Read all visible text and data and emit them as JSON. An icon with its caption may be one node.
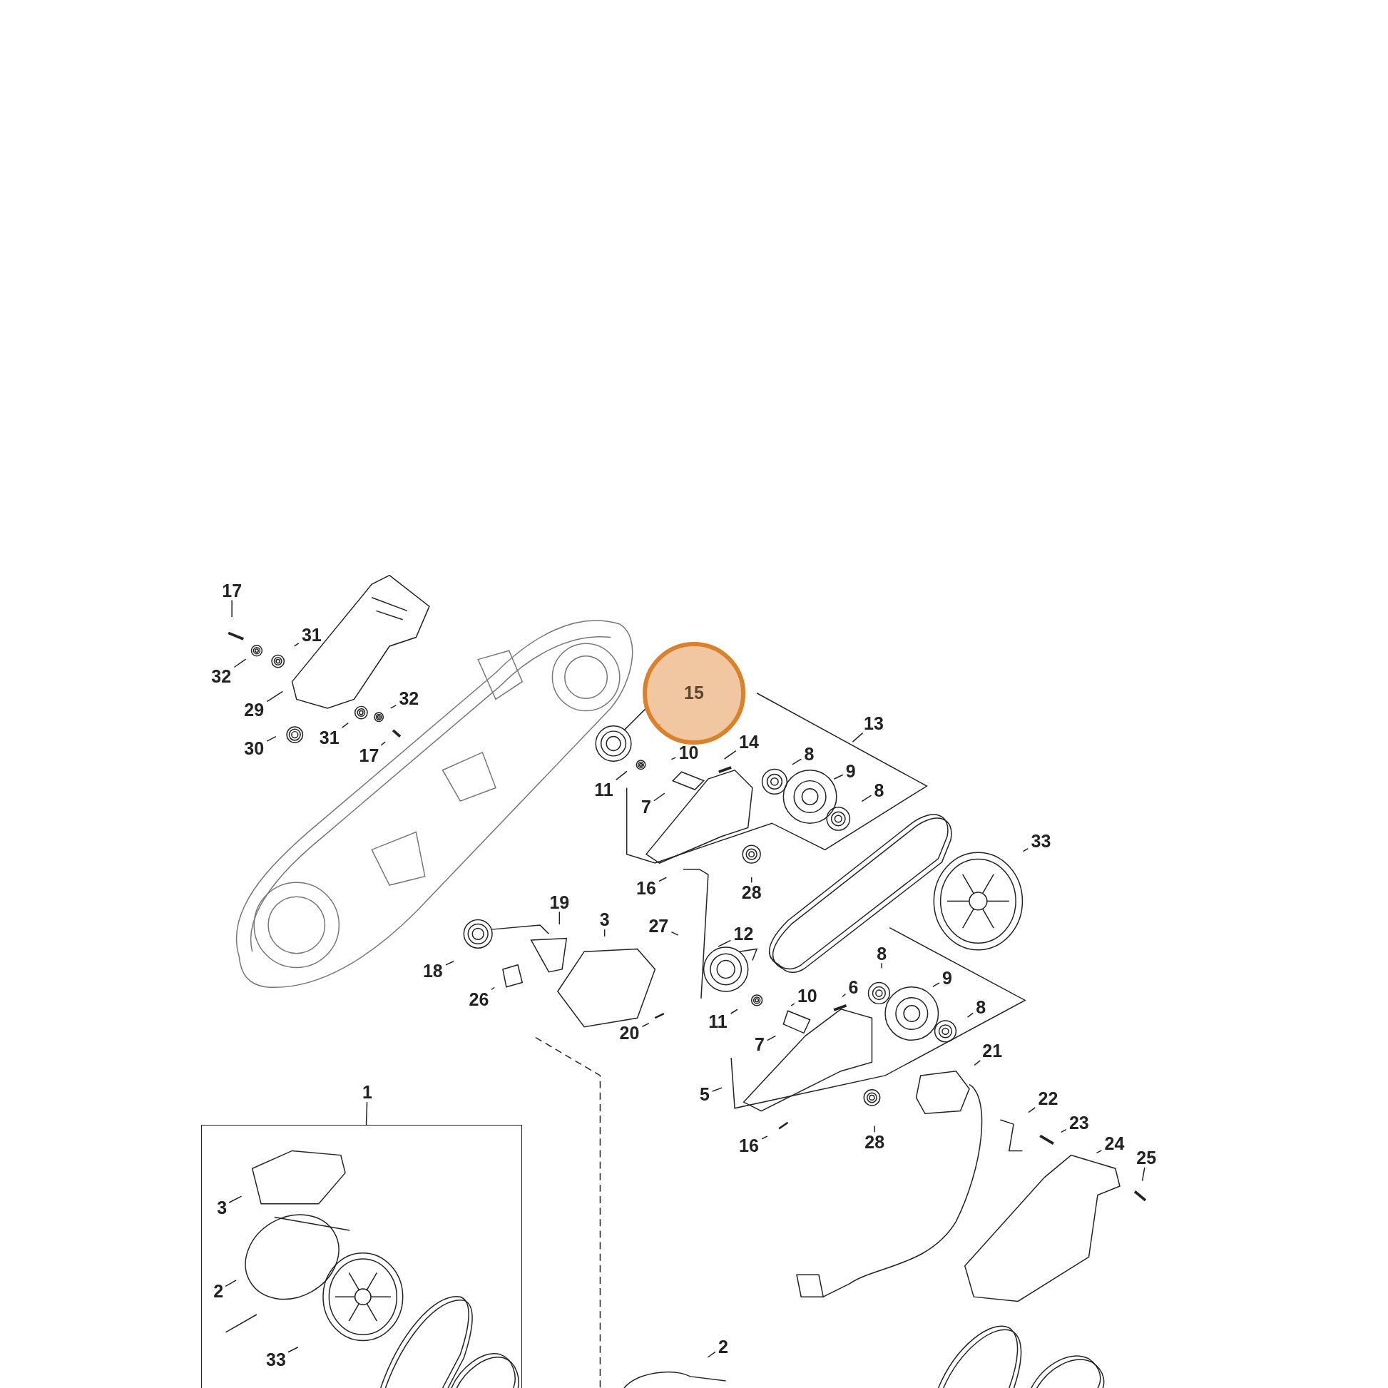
{
  "diagram": {
    "nodes": [
      {
        "text": [
          "17"
        ]
      },
      {
        "text": [
          "31"
        ]
      },
      {
        "text": [
          "32"
        ]
      },
      {
        "text": [
          "29"
        ]
      },
      {
        "text": [
          "32"
        ]
      },
      {
        "text": [
          "30"
        ]
      },
      {
        "text": [
          "31"
        ]
      },
      {
        "text": [
          "17"
        ]
      },
      {
        "text": [
          "15"
        ]
      },
      {
        "text": [
          "13"
        ]
      },
      {
        "text": [
          "14"
        ]
      },
      {
        "text": [
          "10"
        ]
      },
      {
        "text": [
          "8"
        ]
      },
      {
        "text": [
          "11"
        ]
      },
      {
        "text": [
          "9"
        ]
      },
      {
        "text": [
          "8"
        ]
      },
      {
        "text": [
          "7"
        ]
      },
      {
        "text": [
          "33"
        ]
      },
      {
        "text": [
          "16"
        ]
      },
      {
        "text": [
          "28"
        ]
      },
      {
        "text": [
          "19"
        ]
      },
      {
        "text": [
          "3"
        ]
      },
      {
        "text": [
          "27"
        ]
      },
      {
        "text": [
          "12"
        ]
      },
      {
        "text": [
          "8"
        ]
      },
      {
        "text": [
          "9"
        ]
      },
      {
        "text": [
          "18"
        ]
      },
      {
        "text": [
          "6"
        ]
      },
      {
        "text": [
          "10"
        ]
      },
      {
        "text": [
          "26"
        ]
      },
      {
        "text": [
          "8"
        ]
      },
      {
        "text": [
          "11"
        ]
      },
      {
        "text": [
          "20"
        ]
      },
      {
        "text": [
          "7"
        ]
      },
      {
        "text": [
          "21"
        ]
      },
      {
        "text": [
          "5"
        ]
      },
      {
        "text": [
          "22"
        ]
      },
      {
        "text": [
          "1"
        ]
      },
      {
        "text": [
          "23"
        ]
      },
      {
        "text": [
          "28"
        ]
      },
      {
        "text": [
          "16"
        ]
      },
      {
        "text": [
          "24"
        ]
      },
      {
        "text": [
          "25"
        ]
      },
      {
        "text": [],
        "shape": "box"
      },
      {
        "text": [
          "3"
        ],
        "in": 43
      },
      {
        "text": [
          "2"
        ],
        "in": 43
      },
      {
        "text": [
          "33"
        ],
        "in": 43
      },
      {
        "text": [
          "2"
        ]
      }
    ],
    "edges": [
      {
        "from": 0,
        "to": null,
        "arrow": "none"
      },
      {
        "from": 1,
        "to": null,
        "arrow": "none"
      },
      {
        "from": 2,
        "to": null,
        "arrow": "none"
      },
      {
        "from": 3,
        "to": null,
        "arrow": "none"
      },
      {
        "from": 4,
        "to": null,
        "arrow": "none"
      },
      {
        "from": 5,
        "to": null,
        "arrow": "none"
      },
      {
        "from": 6,
        "to": null,
        "arrow": "none"
      },
      {
        "from": 7,
        "to": null,
        "arrow": "none"
      },
      {
        "from": 8,
        "to": null,
        "arrow": "none"
      },
      {
        "from": 9,
        "to": null,
        "arrow": "none"
      },
      {
        "from": 10,
        "to": null,
        "arrow": "none"
      },
      {
        "from": 11,
        "to": null,
        "arrow": "none"
      },
      {
        "from": 12,
        "to": null,
        "arrow": "none"
      },
      {
        "from": 13,
        "to": null,
        "arrow": "none"
      },
      {
        "from": 14,
        "to": null,
        "arrow": "none"
      },
      {
        "from": 15,
        "to": null,
        "arrow": "none"
      },
      {
        "from": 16,
        "to": null,
        "arrow": "none"
      },
      {
        "from": 17,
        "to": null,
        "arrow": "none"
      },
      {
        "from": 18,
        "to": null,
        "arrow": "none"
      },
      {
        "from": 19,
        "to": null,
        "arrow": "none"
      },
      {
        "from": 20,
        "to": null,
        "arrow": "none"
      },
      {
        "from": 21,
        "to": null,
        "arrow": "none"
      },
      {
        "from": 22,
        "to": null,
        "arrow": "none"
      },
      {
        "from": 23,
        "to": null,
        "arrow": "none"
      },
      {
        "from": 24,
        "to": null,
        "arrow": "none"
      },
      {
        "from": 25,
        "to": null,
        "arrow": "none"
      },
      {
        "from": 26,
        "to": null,
        "arrow": "none"
      },
      {
        "from": 27,
        "to": null,
        "arrow": "none"
      },
      {
        "from": 28,
        "to": null,
        "arrow": "none"
      },
      {
        "from": 29,
        "to": null,
        "arrow": "none"
      },
      {
        "from": 30,
        "to": null,
        "arrow": "none"
      },
      {
        "from": 31,
        "to": null,
        "arrow": "none"
      },
      {
        "from": 32,
        "to": null,
        "arrow": "none"
      },
      {
        "from": 33,
        "to": null,
        "arrow": "none"
      },
      {
        "from": 34,
        "to": null,
        "arrow": "none"
      },
      {
        "from": 35,
        "to": null,
        "arrow": "none"
      },
      {
        "from": 36,
        "to": null,
        "arrow": "none"
      },
      {
        "from": 37,
        "to": 43,
        "arrow": "none"
      },
      {
        "from": 38,
        "to": null,
        "arrow": "none"
      },
      {
        "from": 39,
        "to": null,
        "arrow": "none"
      },
      {
        "from": 40,
        "to": null,
        "arrow": "none"
      },
      {
        "from": 41,
        "to": null,
        "arrow": "none"
      },
      {
        "from": 42,
        "to": null,
        "arrow": "none"
      },
      {
        "from": 44,
        "to": null,
        "arrow": "none"
      },
      {
        "from": 45,
        "to": null,
        "arrow": "none"
      },
      {
        "from": 46,
        "to": null,
        "arrow": "none"
      },
      {
        "from": 47,
        "to": null,
        "arrow": "none"
      }
    ]
  }
}
